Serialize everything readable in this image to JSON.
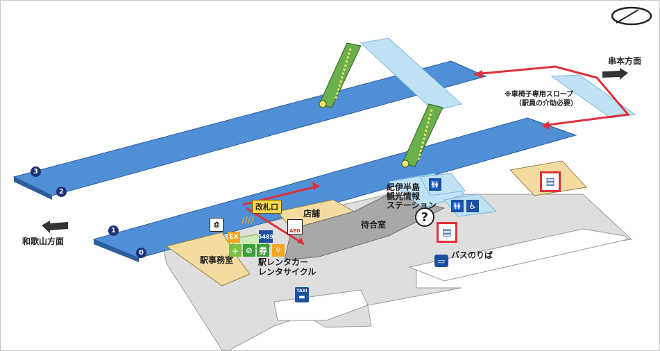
{
  "platforms": [
    {
      "id": "platform-0",
      "number": "0"
    },
    {
      "id": "platform-1",
      "number": "1"
    },
    {
      "id": "platform-2",
      "number": "2"
    },
    {
      "id": "platform-3",
      "number": "3"
    }
  ],
  "directions": {
    "left": "和歌山方面",
    "right": "串本方面"
  },
  "slope_note": {
    "line1": "※車椅子専用スロープ",
    "line2": "（駅員の介助必要）"
  },
  "rooms": {
    "station_office": "駅事務室",
    "shop": "店舗",
    "waiting_room": "待合室",
    "ticket_gate": "改札口",
    "tourist_info_line1": "紀伊半島",
    "tourist_info_line2": "観光情報",
    "tourist_info_line3": "ステーション",
    "rental_line1": "駅レンタカー",
    "rental_line2": "レンタサイクル",
    "bus_stop": "バスのりば"
  },
  "icons": {
    "ex": "EX",
    "ticket": "券",
    "aed": "AED",
    "taxi": "TAXI",
    "number_5489": "5489",
    "info": "?"
  },
  "colors": {
    "platform": "#4f8fd6",
    "platform_light": "#a9d2ef",
    "concourse": "#dcdcdc",
    "room": "#f3dca2",
    "waiting": "#a8a8a8",
    "route_red": "#e0303c",
    "accent_navy": "#1d2f7a"
  }
}
